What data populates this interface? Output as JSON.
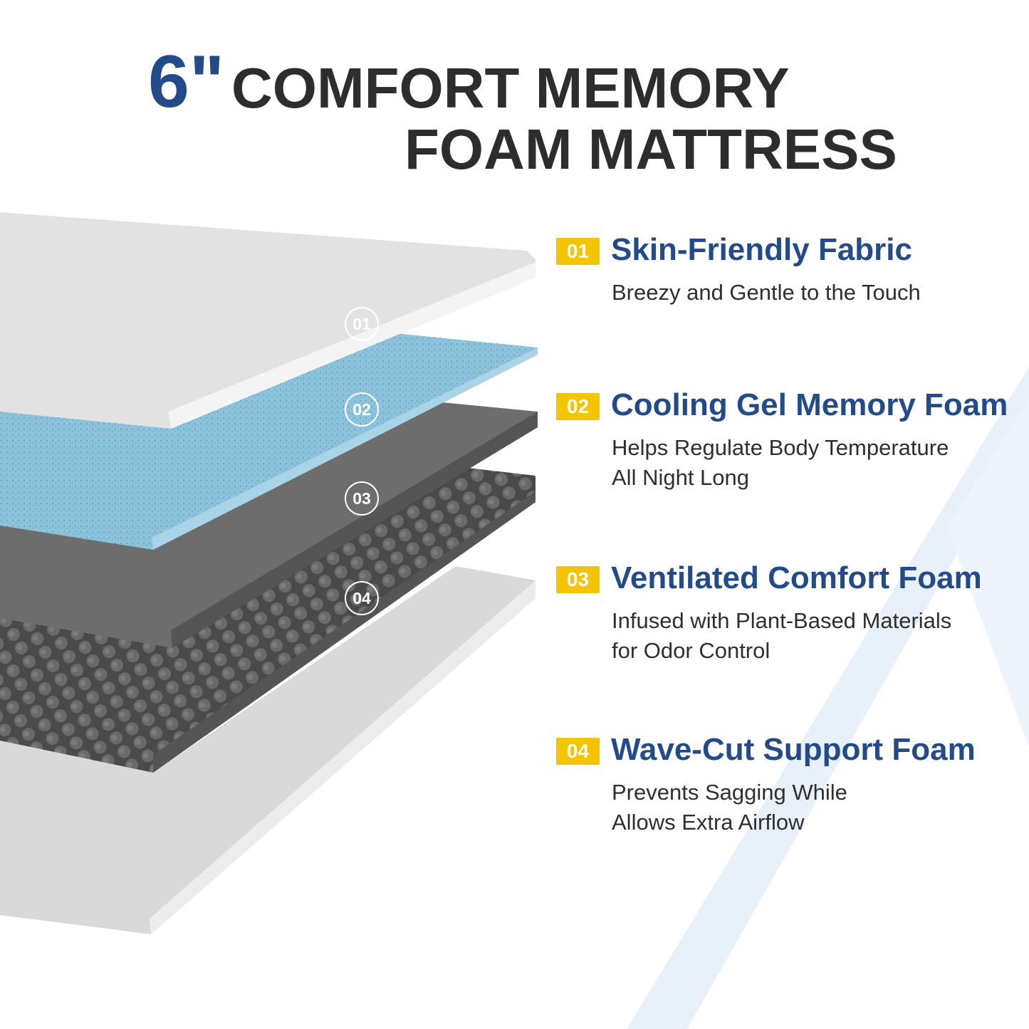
{
  "title": {
    "size": "6\"",
    "line1": "COMFORT MEMORY",
    "line2": "FOAM  MATTRESS"
  },
  "colors": {
    "accent_blue": "#234b8a",
    "badge_yellow": "#f5c400",
    "gel_blue": "#8ec3dc"
  },
  "layers": [
    {
      "number": "01",
      "heading": "Skin-Friendly Fabric",
      "desc": [
        "Breezy and Gentle to the Touch"
      ]
    },
    {
      "number": "02",
      "heading": "Cooling Gel Memory Foam",
      "desc": [
        "Helps Regulate Body Temperature",
        "All Night Long"
      ]
    },
    {
      "number": "03",
      "heading": "Ventilated Comfort Foam",
      "desc": [
        "Infused with Plant-Based Materials",
        "for Odor Control"
      ]
    },
    {
      "number": "04",
      "heading": "Wave-Cut Support Foam",
      "desc": [
        "Prevents Sagging While",
        "Allows Extra Airflow"
      ]
    }
  ]
}
